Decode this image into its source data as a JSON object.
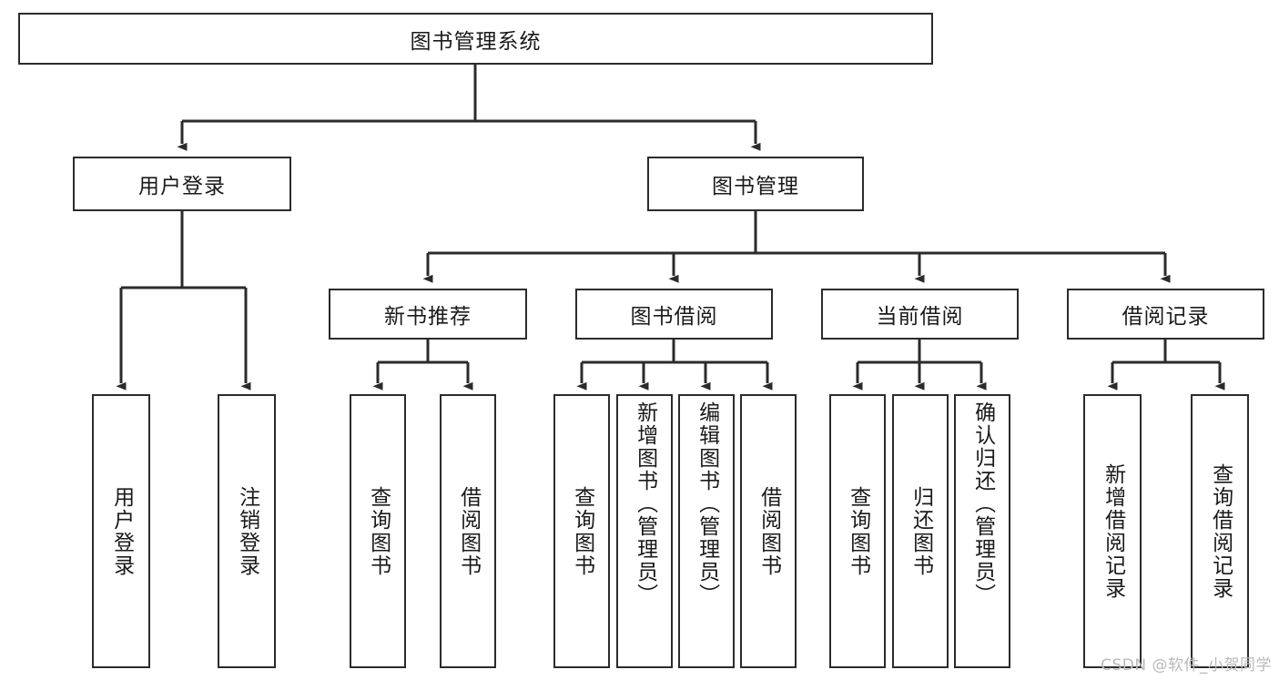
{
  "diagram": {
    "title": "图书管理系统",
    "type": "tree",
    "watermark": "CSDN @软件_小贺同学",
    "colors": {
      "background": "#ffffff",
      "node_border": "#2b2b2b",
      "node_fill": "#ffffff",
      "edge": "#2b2b2b",
      "text": "#1a1a1a",
      "watermark": "#b9b9b9"
    },
    "nodes": {
      "root": {
        "label": "图书管理系统"
      },
      "level2": [
        {
          "id": "user-login",
          "label": "用户登录"
        },
        {
          "id": "book-manage",
          "label": "图书管理"
        }
      ],
      "level3": [
        {
          "id": "new-book-recommend",
          "label": "新书推荐"
        },
        {
          "id": "book-borrow",
          "label": "图书借阅"
        },
        {
          "id": "current-borrow",
          "label": "当前借阅"
        },
        {
          "id": "borrow-record",
          "label": "借阅记录"
        }
      ],
      "leaves": [
        {
          "id": "leaf-user-login",
          "label": "用户登录",
          "parent": "user-login"
        },
        {
          "id": "leaf-logout",
          "label": "注销登录",
          "parent": "user-login"
        },
        {
          "id": "leaf-query-book-1",
          "label": "查询图书",
          "parent": "new-book-recommend"
        },
        {
          "id": "leaf-borrow-book-1",
          "label": "借阅图书",
          "parent": "new-book-recommend"
        },
        {
          "id": "leaf-query-book-2",
          "label": "查询图书",
          "parent": "book-borrow"
        },
        {
          "id": "leaf-add-book",
          "label": "新增图书（管理员）",
          "parent": "book-borrow"
        },
        {
          "id": "leaf-edit-book",
          "label": "编辑图书（管理员）",
          "parent": "book-borrow"
        },
        {
          "id": "leaf-borrow-book-2",
          "label": "借阅图书",
          "parent": "book-borrow"
        },
        {
          "id": "leaf-query-book-3",
          "label": "查询图书",
          "parent": "current-borrow"
        },
        {
          "id": "leaf-return-book",
          "label": "归还图书",
          "parent": "current-borrow"
        },
        {
          "id": "leaf-confirm-return",
          "label": "确认归还（管理员）",
          "parent": "current-borrow"
        },
        {
          "id": "leaf-add-record",
          "label": "新增借阅记录",
          "parent": "borrow-record"
        },
        {
          "id": "leaf-query-record",
          "label": "查询借阅记录",
          "parent": "borrow-record"
        }
      ]
    }
  }
}
